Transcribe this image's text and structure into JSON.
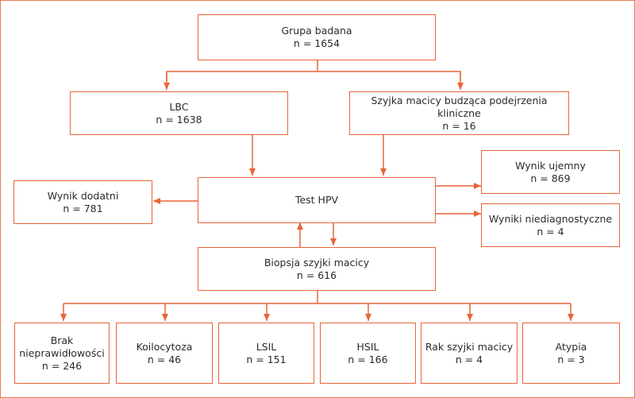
{
  "colors": {
    "accent": "#e8643a"
  },
  "boxes": {
    "study_group": {
      "label": "Grupa badana",
      "count": "n = 1654"
    },
    "lbc": {
      "label": "LBC",
      "count": "n = 1638"
    },
    "suspect": {
      "label": "Szyjka macicy budząca podejrzenia kliniczne",
      "count": "n = 16"
    },
    "positive": {
      "label": "Wynik dodatni",
      "count": "n = 781"
    },
    "hpv_test": {
      "label": "Test HPV"
    },
    "negative": {
      "label": "Wynik ujemny",
      "count": "n = 869"
    },
    "nondiagnostic": {
      "label": "Wyniki niediagnostyczne",
      "count": "n = 4"
    },
    "biopsy": {
      "label": "Biopsja szyjki macicy",
      "count": "n = 616"
    },
    "no_abnormal": {
      "label_1": "Brak",
      "label_2": "nieprawidłowości",
      "count": "n = 246"
    },
    "koilocytosis": {
      "label": "Koilocytoza",
      "count": "n = 46"
    },
    "lsil": {
      "label": "LSIL",
      "count": "n = 151"
    },
    "hsil": {
      "label": "HSIL",
      "count": "n = 166"
    },
    "cancer": {
      "label": "Rak szyjki macicy",
      "count": "n = 4"
    },
    "atypia": {
      "label": "Atypia",
      "count": "n = 3"
    }
  }
}
